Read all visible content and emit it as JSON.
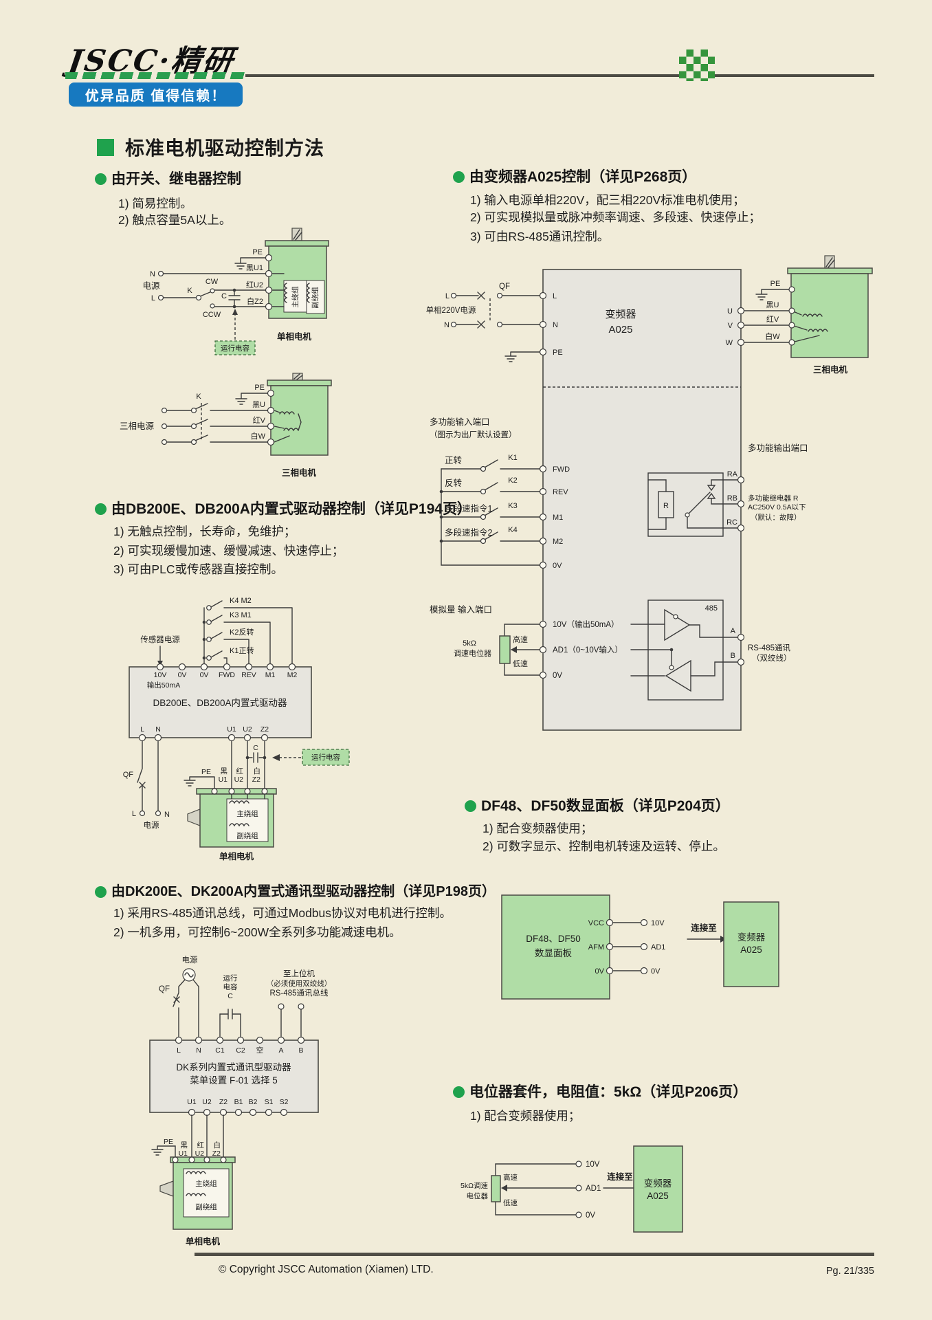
{
  "header": {
    "logo": "JSCC·精研",
    "tagline": "优异品质 值得信赖！",
    "title": "标准电机驱动控制方法"
  },
  "footer": {
    "copyright": "© Copyright JSCC Automation (Xiamen) LTD.",
    "page": "Pg. 21/335"
  },
  "colors": {
    "accent_green": "#1fa24d",
    "badge_blue": "#1779c0",
    "motor_green": "#b0dda6",
    "page_bg": "#f1ecd9"
  },
  "sections": {
    "s1": {
      "title": "由开关、继电器控制",
      "items": [
        "1) 简易控制。",
        "2) 触点容量5A以上。"
      ]
    },
    "s2": {
      "title": "由变频器A025控制（详见P268页）",
      "items": [
        "1) 输入电源单相220V，配三相220V标准电机使用；",
        "2) 可实现模拟量或脉冲频率调速、多段速、快速停止；",
        "3) 可由RS-485通讯控制。"
      ]
    },
    "s3": {
      "title": "由DB200E、DB200A内置式驱动器控制（详见P194页）",
      "items": [
        "1) 无触点控制，长寿命，免维护；",
        "2) 可实现缓慢加速、缓慢减速、快速停止；",
        "3) 可由PLC或传感器直接控制。"
      ]
    },
    "s4": {
      "title": "DF48、DF50数显面板（详见P204页）",
      "items": [
        "1) 配合变频器使用；",
        "2) 可数字显示、控制电机转速及运转、停止。"
      ]
    },
    "s5": {
      "title": "由DK200E、DK200A内置式通讯型驱动器控制（详见P198页）",
      "items": [
        "1) 采用RS-485通讯总线，可通过Modbus协议对电机进行控制。",
        "2) 一机多用，可控制6~200W全系列多功能减速电机。"
      ]
    },
    "s6": {
      "title": "电位器套件，电阻值：5kΩ（详见P206页）",
      "items": [
        "1) 配合变频器使用；"
      ]
    }
  },
  "diagrams": {
    "d1": {
      "pe": "PE",
      "black_u1": "黑U1",
      "n": "N",
      "power": "电源",
      "l": "L",
      "k": "K",
      "cw": "CW",
      "ccw": "CCW",
      "c": "C",
      "red_u2": "红U2",
      "white_z2": "白Z2",
      "main_winding": "主绕组",
      "aux_winding": "副绕组",
      "run_cap": "运行电容",
      "motor": "单相电机"
    },
    "d2": {
      "power": "三相电源",
      "k": "K",
      "pe": "PE",
      "black_u": "黑U",
      "red_v": "红V",
      "white_w": "白W",
      "motor": "三相电机"
    },
    "d3": {
      "k4": "K4 M2",
      "k3": "K3 M1",
      "k2": "K2反转",
      "k1": "K1正转",
      "sensor": "传感器电源",
      "t10v": "10V",
      "t0v1": "0V",
      "t0v2": "0V",
      "tfwd": "FWD",
      "trev": "REV",
      "tm1": "M1",
      "tm2": "M2",
      "out50": "输出50mA",
      "title": "DB200E、DB200A内置式驱动器",
      "tl": "L",
      "tn": "N",
      "tu1": "U1",
      "tu2": "U2",
      "tz2": "Z2",
      "qf": "QF",
      "l": "L",
      "n": "N",
      "power": "电源",
      "c": "C",
      "run_cap": "运行电容",
      "pe": "PE",
      "black": "黑",
      "u1": "U1",
      "red": "红",
      "u2": "U2",
      "white": "白",
      "z2": "Z2",
      "main_winding": "主绕组",
      "aux_winding": "副绕组",
      "motor": "单相电机"
    },
    "d4": {
      "l_in": "L",
      "n_in": "N",
      "qf": "QF",
      "power": "单相220V电源",
      "tl": "L",
      "tn": "N",
      "tpe": "PE",
      "inv1": "变频器",
      "inv2": "A025",
      "tu": "U",
      "tv": "V",
      "tw": "W",
      "pe_r": "PE",
      "black_u": "黑U",
      "red_v": "红V",
      "white_w": "白W",
      "motor": "三相电机",
      "in_title": "多功能输入端口",
      "in_sub": "（图示为出厂默认设置）",
      "fwd": "正转",
      "rev": "反转",
      "m1": "多段速指令1",
      "m2": "多段速指令2",
      "k1": "K1",
      "k2": "K2",
      "k3": "K3",
      "k4": "K4",
      "tfwd": "FWD",
      "trev": "REV",
      "tm1": "M1",
      "tm2": "M2",
      "t0v": "0V",
      "out_title": "多功能输出端口",
      "r": "R",
      "tra": "RA",
      "trb": "RB",
      "trc": "RC",
      "relay1": "多功能继电器 R",
      "relay2": "AC250V 0.5A以下",
      "relay3": "（默认：故障）",
      "an_title": "模拟量 输入端口",
      "pot1": "5kΩ",
      "pot2": "调速电位器",
      "high": "高速",
      "low": "低速",
      "t10v": "10V（输出50mA）",
      "tad1": "AD1（0~10V输入）",
      "t0v2": "0V",
      "b485": "485",
      "ta": "A",
      "tb": "B",
      "rs1": "RS-485通讯",
      "rs2": "（双绞线）"
    },
    "d5": {
      "box1": "DF48、DF50",
      "box2": "数显面板",
      "tvcc": "VCC",
      "tafm": "AFM",
      "t0v": "0V",
      "t10v": "10V",
      "tad1": "AD1",
      "t0v2": "0V",
      "connect": "连接至",
      "inv1": "变频器",
      "inv2": "A025"
    },
    "d6": {
      "power": "电源",
      "qf": "QF",
      "rc1": "运行",
      "rc2": "电容",
      "c": "C",
      "host1": "至上位机",
      "host2": "（必须使用双绞线）",
      "host3": "RS-485通讯总线",
      "tl": "L",
      "tn": "N",
      "tc1": "C1",
      "tc2": "C2",
      "tk": "空",
      "ta": "A",
      "tb": "B",
      "title1": "DK系列内置式通讯型驱动器",
      "title2": "菜单设置 F-01 选择 5",
      "tu1": "U1",
      "tu2": "U2",
      "tz2": "Z2",
      "tb1": "B1",
      "tb2": "B2",
      "ts1": "S1",
      "ts2": "S2",
      "pe": "PE",
      "black": "黑",
      "u1": "U1",
      "red": "红",
      "u2": "U2",
      "white": "白",
      "z2": "Z2",
      "main_winding": "主绕组",
      "aux_winding": "副绕组",
      "motor": "单相电机"
    },
    "d7": {
      "pot1": "5kΩ调速",
      "pot2": "电位器",
      "high": "高速",
      "low": "低速",
      "t10v": "10V",
      "tad1": "AD1",
      "t0v": "0V",
      "connect": "连接至",
      "inv1": "变频器",
      "inv2": "A025"
    }
  }
}
